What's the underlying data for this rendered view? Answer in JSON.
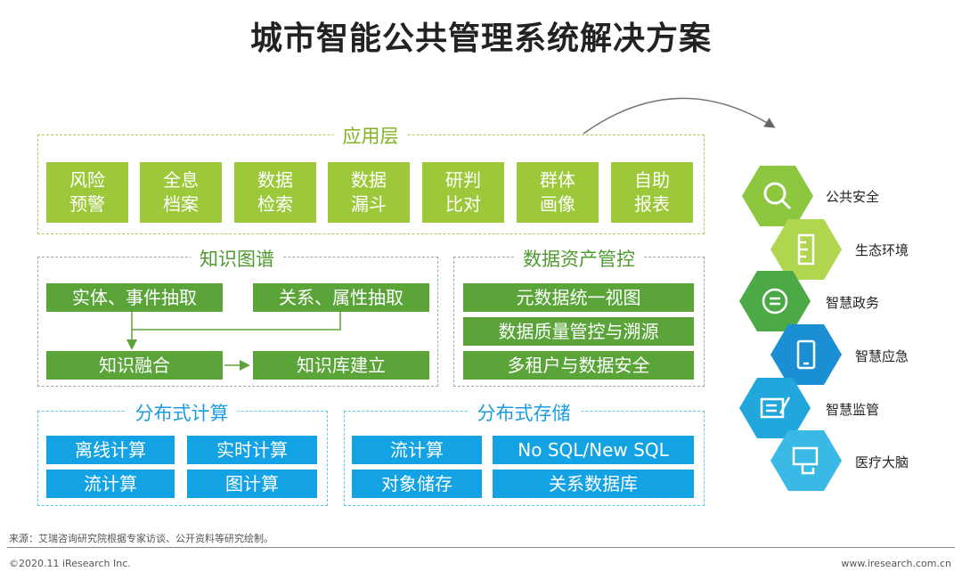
{
  "title": "城市智能公共管理系统解决方案",
  "application_layer": {
    "label": "应用层",
    "items": [
      {
        "l1": "风险",
        "l2": "预警"
      },
      {
        "l1": "全息",
        "l2": "档案"
      },
      {
        "l1": "数据",
        "l2": "检索"
      },
      {
        "l1": "数据",
        "l2": "漏斗"
      },
      {
        "l1": "研判",
        "l2": "比对"
      },
      {
        "l1": "群体",
        "l2": "画像"
      },
      {
        "l1": "自助",
        "l2": "报表"
      }
    ]
  },
  "knowledge_graph": {
    "label": "知识图谱",
    "entity_extraction": "实体、事件抽取",
    "relation_extraction": "关系、属性抽取",
    "fusion": "知识融合",
    "kb_build": "知识库建立"
  },
  "data_asset": {
    "label": "数据资产管控",
    "items": [
      "元数据统一视图",
      "数据质量管控与溯源",
      "多租户与数据安全"
    ]
  },
  "distributed_compute": {
    "label": "分布式计算",
    "items": [
      "离线计算",
      "实时计算",
      "流计算",
      "图计算"
    ]
  },
  "distributed_storage": {
    "label": "分布式存储",
    "items": [
      "流计算",
      "No SQL/New SQL",
      "对象储存",
      "关系数据库"
    ]
  },
  "applications": [
    {
      "label": "公共安全",
      "icon": "magnifier-icon"
    },
    {
      "label": "生态环境",
      "icon": "ruler-icon"
    },
    {
      "label": "智慧政务",
      "icon": "chat-icon"
    },
    {
      "label": "智慧应急",
      "icon": "tablet-icon"
    },
    {
      "label": "智慧监管",
      "icon": "document-pen-icon"
    },
    {
      "label": "医疗大脑",
      "icon": "monitor-hand-icon"
    }
  ],
  "footer": {
    "source": "来源：艾瑞咨询研究院根据专家访谈、公开资料等研究绘制。",
    "copyright": "©2020.11 iResearch Inc.",
    "website": "www.iresearch.com.cn"
  },
  "colors": {
    "lime": "#9cc83a",
    "dark_green": "#5aa43a",
    "blue": "#13a2e3",
    "hex_lime": "#8dc63f",
    "hex_green": "#4caa46",
    "hex_blue": "#1a8fd4",
    "hex_cyan": "#22a7dc"
  }
}
